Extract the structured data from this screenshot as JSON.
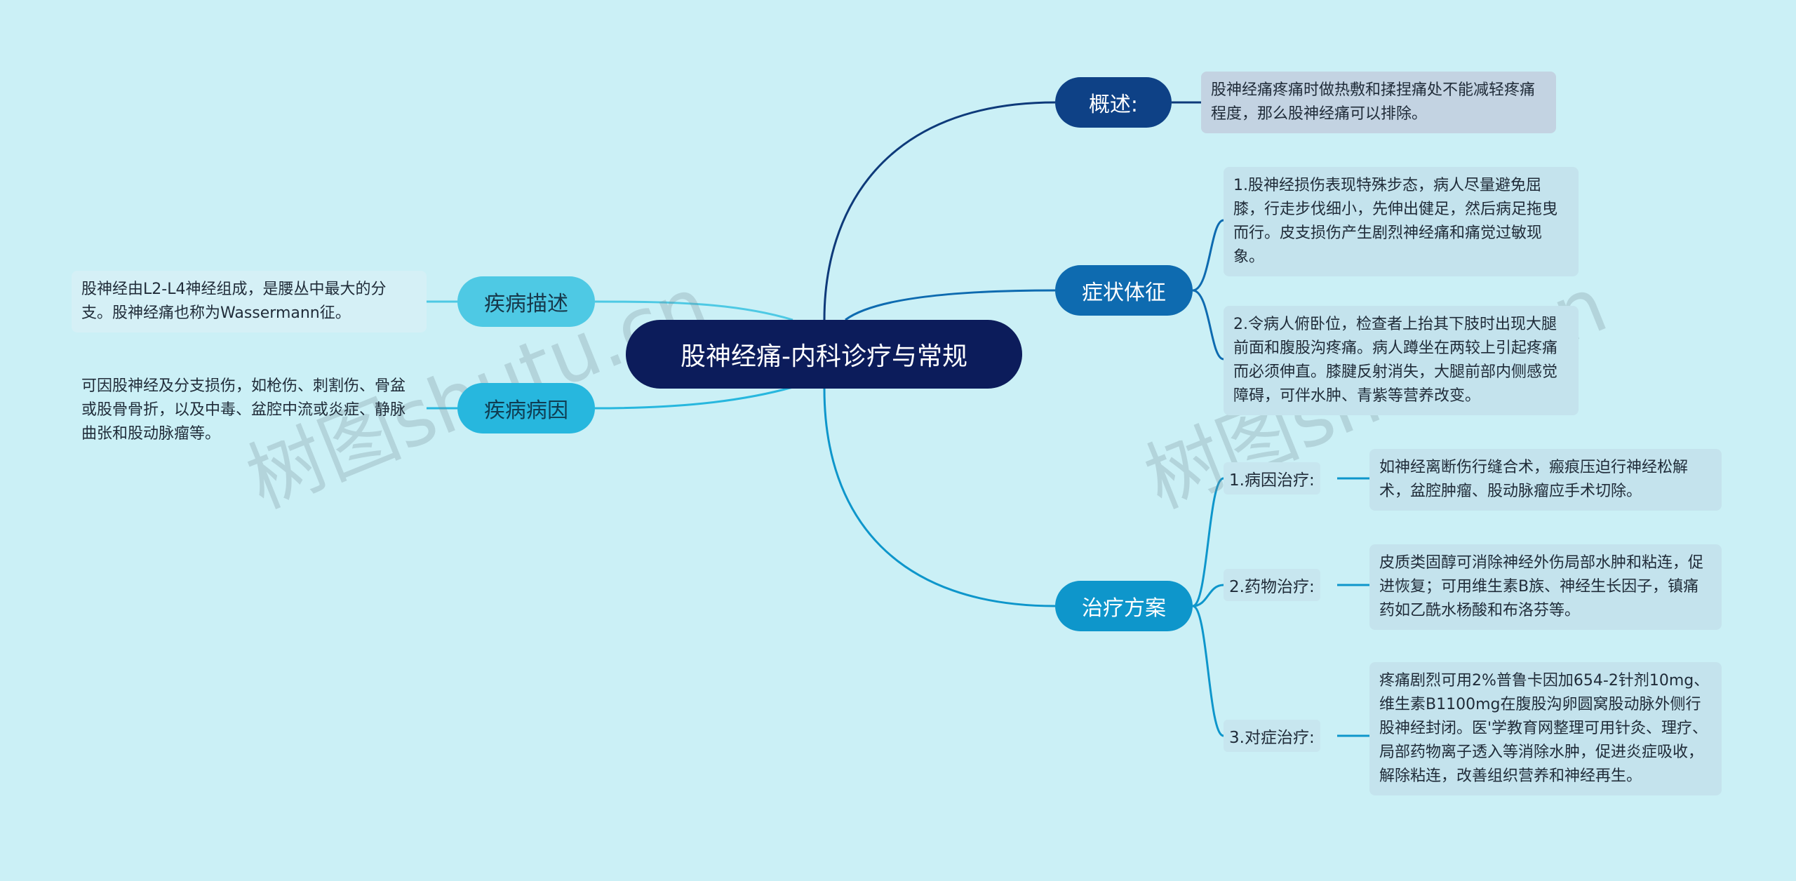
{
  "root": {
    "label": "股神经痛-内科诊疗与常规"
  },
  "branches": {
    "gaishu": {
      "label": "概述:",
      "text": "股神经痛疼痛时做热敷和揉捏痛处不能减轻疼痛程度，那么股神经痛可以排除。"
    },
    "zhengzhuang": {
      "label": "症状体征",
      "items": [
        "1.股神经损伤表现特殊步态，病人尽量避免屈膝，行走步伐细小，先伸出健足，然后病足拖曳而行。皮支损伤产生剧烈神经痛和痛觉过敏现象。",
        "2.令病人俯卧位，检查者上抬其下肢时出现大腿前面和腹股沟疼痛。病人蹲坐在两较上引起疼痛而必须伸直。膝腱反射消失，大腿前部内侧感觉障碍，可伴水肿、青紫等营养改变。"
      ]
    },
    "zhiliao": {
      "label": "治疗方案",
      "items": [
        {
          "label": "1.病因治疗:",
          "text": "如神经离断伤行缝合术，瘢痕压迫行神经松解术，盆腔肿瘤、股动脉瘤应手术切除。"
        },
        {
          "label": "2.药物治疗:",
          "text": "皮质类固醇可消除神经外伤局部水肿和粘连，促进恢复；可用维生素B族、神经生长因子，镇痛药如乙酰水杨酸和布洛芬等。"
        },
        {
          "label": "3.对症治疗:",
          "text": "疼痛剧烈可用2%普鲁卡因加654-2针剂10mg、维生素B1100mg在腹股沟卵圆窝股动脉外侧行股神经封闭。医'学教育网整理可用针灸、理疗、局部药物离子透入等消除水肿，促进炎症吸收，解除粘连，改善组织营养和神经再生。"
        }
      ]
    },
    "miaoshu": {
      "label": "疾病描述",
      "text": "股神经由L2-L4神经组成，是腰丛中最大的分支。股神经痛也称为Wassermann征。"
    },
    "bingyin": {
      "label": "疾病病因",
      "text": "可因股神经及分支损伤，如枪伤、刺割伤、骨盆或股骨骨折，以及中毒、盆腔中流或炎症、静脉曲张和股动脉瘤等。"
    }
  },
  "watermark": [
    "树图shutu.cn",
    "树图shutu.cn"
  ],
  "colors": {
    "background": "#cbf0f6",
    "root": "#0c1c5b",
    "gaishu": "#0e4186",
    "zhengzhuang": "#0e6bb0",
    "zhiliao": "#0e96cb",
    "miaoshu": "#4ec9e4",
    "bingyin": "#27b7de"
  }
}
